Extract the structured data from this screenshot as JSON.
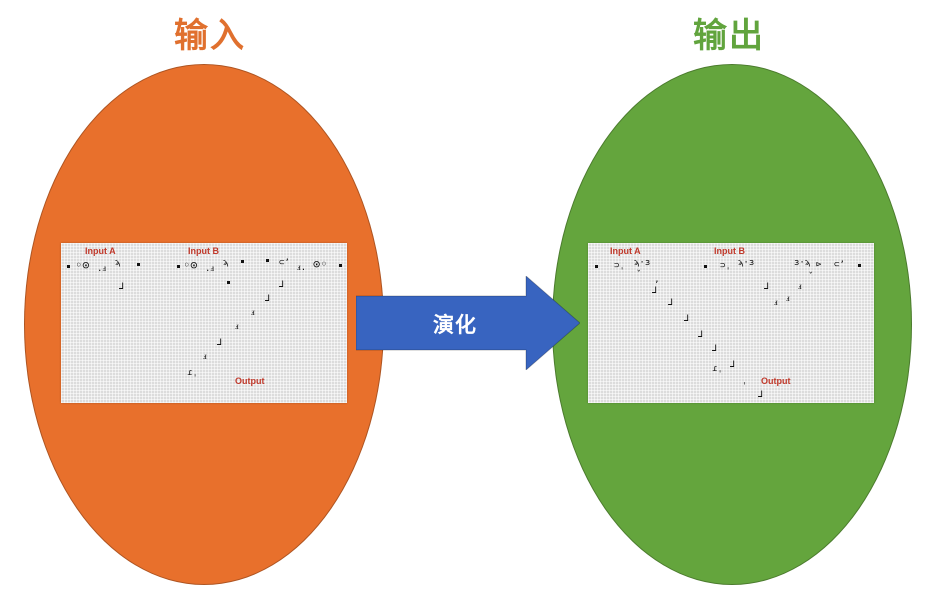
{
  "titles": {
    "input": "输入",
    "output": "输出"
  },
  "arrow": {
    "label": "演化"
  },
  "panels": {
    "input": {
      "label_a": "Input A",
      "label_b": "Input B",
      "label_out": "Output"
    },
    "output": {
      "label_a": "Input A",
      "label_b": "Input B",
      "label_out": "Output"
    }
  },
  "colors": {
    "input_ellipse": "#e8702c",
    "output_ellipse": "#64a53d",
    "input_title": "#e0702e",
    "output_title": "#61a43d",
    "arrow": "#3864c0",
    "panel_label": "#c0392b"
  }
}
